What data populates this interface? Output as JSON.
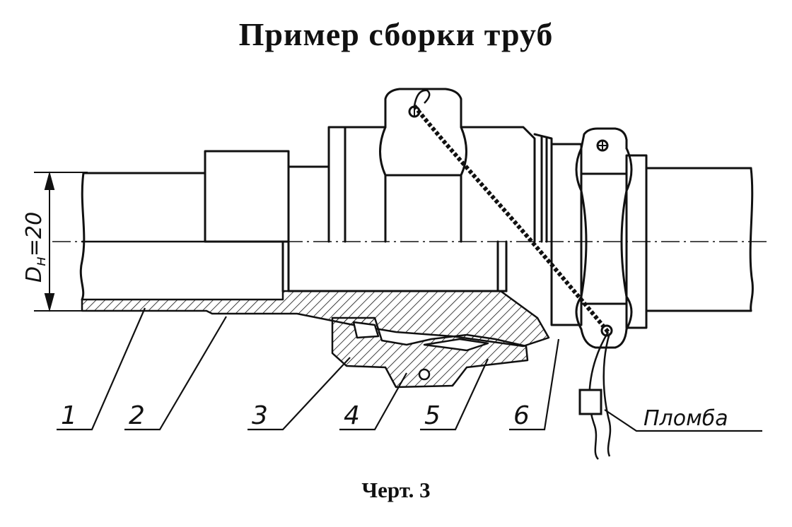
{
  "title": "Пример сборки труб",
  "caption": "Черт. 3",
  "dimension_label": "Dн=20",
  "dimension_parts": {
    "main": "D",
    "sub": "н",
    "value": "=20"
  },
  "callouts": [
    "1",
    "2",
    "3",
    "4",
    "5",
    "6"
  ],
  "seal_label": "Пломба",
  "colors": {
    "ink": "#111111",
    "paper": "#ffffff"
  }
}
